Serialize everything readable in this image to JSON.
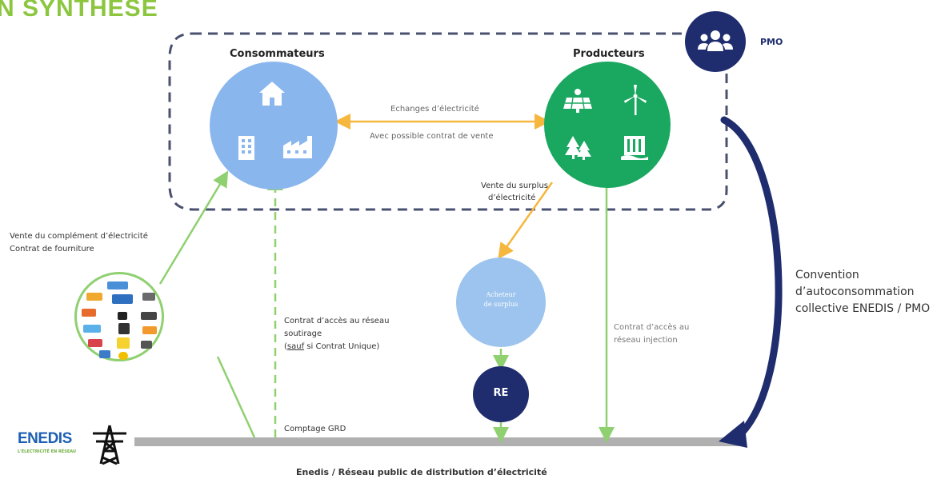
{
  "header": {
    "title": "N SYNTHESE"
  },
  "groups": {
    "consumers": {
      "label": "Consommateurs"
    },
    "producers": {
      "label": "Producteurs"
    },
    "pmo": {
      "label": "PMO"
    }
  },
  "flows": {
    "exchange_top": "Echanges d’électricité",
    "exchange_bottom": "Avec possible contrat de vente",
    "surplus_line1": "Vente du surplus",
    "surplus_line2": "d’électricité",
    "complement_line1": "Vente du complément d’électricité",
    "complement_line2": "Contrat de fourniture",
    "access_withdraw_line1": "Contrat d’accès au réseau",
    "access_withdraw_line2": "soutirage",
    "access_withdraw_line3_u": "sauf",
    "access_withdraw_line3_rest": " si Contrat Unique)",
    "access_inject_line1": "Contrat d’accès au",
    "access_inject_line2": "réseau injection",
    "metering": "Comptage GRD",
    "convention_line1": "Convention",
    "convention_line2": "d’autoconsommation",
    "convention_line3": "collective ENEDIS / PMO"
  },
  "nodes": {
    "buyer_line1": "Acheteur",
    "buyer_line2": "de surplus",
    "re": "RE"
  },
  "grid": {
    "label": "Enedis /  Réseau public de distribution d’électricité",
    "enedis_logo": "ENEDIS",
    "enedis_tagline": "L'ÉLECTRICITÉ EN RÉSEAU"
  },
  "icons": [
    "house-icon",
    "building-icon",
    "factory-icon",
    "solar-panel-icon",
    "wind-turbine-icon",
    "forest-icon",
    "dam-icon",
    "people-group-icon",
    "pylon-icon"
  ],
  "colors": {
    "title_green": "#8cc63f",
    "consumer_blue": "#8ab6ee",
    "producer_green": "#1aa760",
    "pmo_navy": "#1f2d6e",
    "exchange_orange": "#f5b73d",
    "link_green": "#8fd070",
    "grid_grey": "#b0b0b0",
    "buyer_blue": "#9cc4ee"
  }
}
